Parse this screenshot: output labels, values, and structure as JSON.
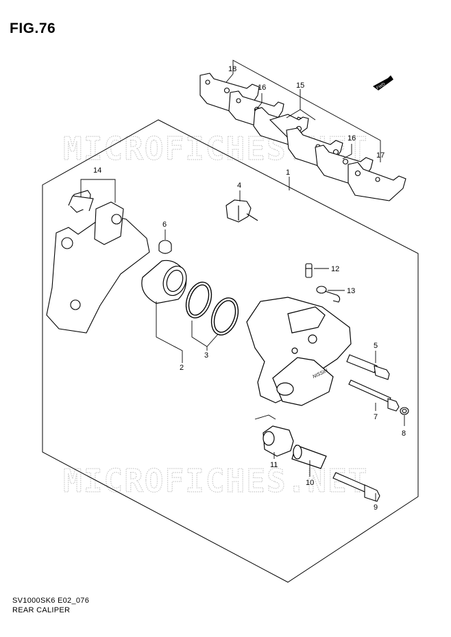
{
  "figure": {
    "title": "FIG.76",
    "code": "SV1000SK6 E02_076",
    "name": "REAR CALIPER",
    "fwd_badge": "FWD"
  },
  "watermark": "MICROFICHES.NET",
  "parts": [
    {
      "id": "part-1",
      "number": "1"
    },
    {
      "id": "part-2",
      "number": "2"
    },
    {
      "id": "part-3",
      "number": "3"
    },
    {
      "id": "part-4",
      "number": "4"
    },
    {
      "id": "part-5",
      "number": "5"
    },
    {
      "id": "part-6",
      "number": "6"
    },
    {
      "id": "part-7",
      "number": "7"
    },
    {
      "id": "part-8",
      "number": "8"
    },
    {
      "id": "part-9",
      "number": "9"
    },
    {
      "id": "part-10",
      "number": "10"
    },
    {
      "id": "part-11",
      "number": "11"
    },
    {
      "id": "part-12",
      "number": "12"
    },
    {
      "id": "part-13",
      "number": "13"
    },
    {
      "id": "part-14",
      "number": "14"
    },
    {
      "id": "part-15",
      "number": "15"
    },
    {
      "id": "part-16a",
      "number": "16"
    },
    {
      "id": "part-16b",
      "number": "16"
    },
    {
      "id": "part-17",
      "number": "17"
    },
    {
      "id": "part-18",
      "number": "18"
    }
  ]
}
